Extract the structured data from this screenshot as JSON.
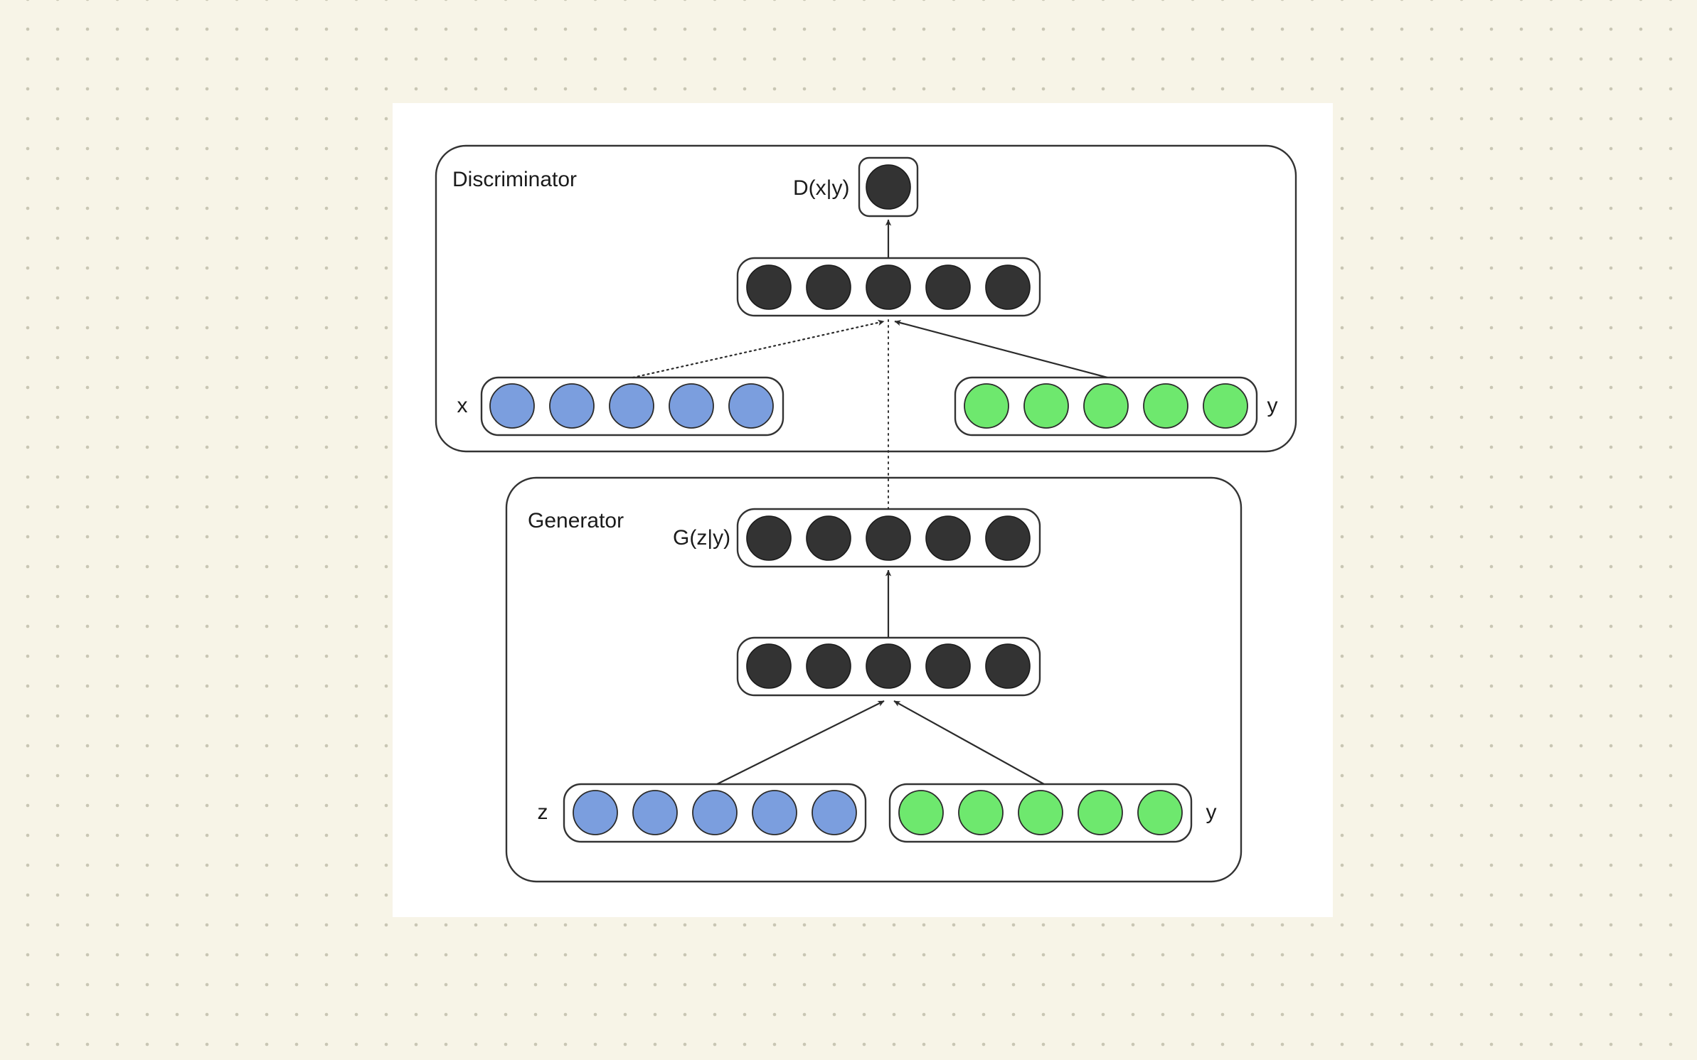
{
  "diagram": {
    "title_semantics": "conditional-gan-architecture",
    "background": {
      "page_color": "#f7f4e7",
      "dot_color": "#c9c6b4",
      "sheet_color": "#ffffff"
    },
    "colors": {
      "node_dark": "#333333",
      "node_blue": "#7b9ede",
      "node_green": "#6ee86e",
      "stroke": "#2b2b2b",
      "box_stroke": "#333333"
    },
    "discriminator": {
      "label": "Discriminator",
      "output_label": "D(x|y)",
      "output_nodes": 1,
      "output_node_color": "#333333",
      "hidden_layer": {
        "name": "discriminator-hidden-layer",
        "node_count": 5,
        "node_color": "#333333"
      },
      "inputs": [
        {
          "label": "x",
          "label_side": "left",
          "node_count": 5,
          "node_color": "#7b9ede",
          "edge_style": "dotted"
        },
        {
          "label": "y",
          "label_side": "right",
          "node_count": 5,
          "node_color": "#6ee86e",
          "edge_style": "solid"
        }
      ]
    },
    "generator": {
      "label": "Generator",
      "output_label": "G(z|y)",
      "output_layer": {
        "name": "generator-output-layer",
        "node_count": 5,
        "node_color": "#333333"
      },
      "hidden_layer": {
        "name": "generator-hidden-layer",
        "node_count": 5,
        "node_color": "#333333"
      },
      "inputs": [
        {
          "label": "z",
          "label_side": "left",
          "node_count": 5,
          "node_color": "#7b9ede",
          "edge_style": "solid"
        },
        {
          "label": "y",
          "label_side": "right",
          "node_count": 5,
          "node_color": "#6ee86e",
          "edge_style": "solid"
        }
      ]
    },
    "edges": [
      {
        "name": "generator-output-to-discriminator-hidden",
        "style": "dotted",
        "direction": "up"
      },
      {
        "name": "discriminator-hidden-to-output",
        "style": "solid",
        "direction": "up"
      },
      {
        "name": "x-to-discriminator-hidden",
        "style": "dotted",
        "direction": "up-right"
      },
      {
        "name": "y-to-discriminator-hidden",
        "style": "solid",
        "direction": "up-left"
      },
      {
        "name": "generator-hidden-to-output",
        "style": "solid",
        "direction": "up"
      },
      {
        "name": "z-to-generator-hidden",
        "style": "solid",
        "direction": "up-right"
      },
      {
        "name": "y-to-generator-hidden",
        "style": "solid",
        "direction": "up-left"
      }
    ]
  }
}
